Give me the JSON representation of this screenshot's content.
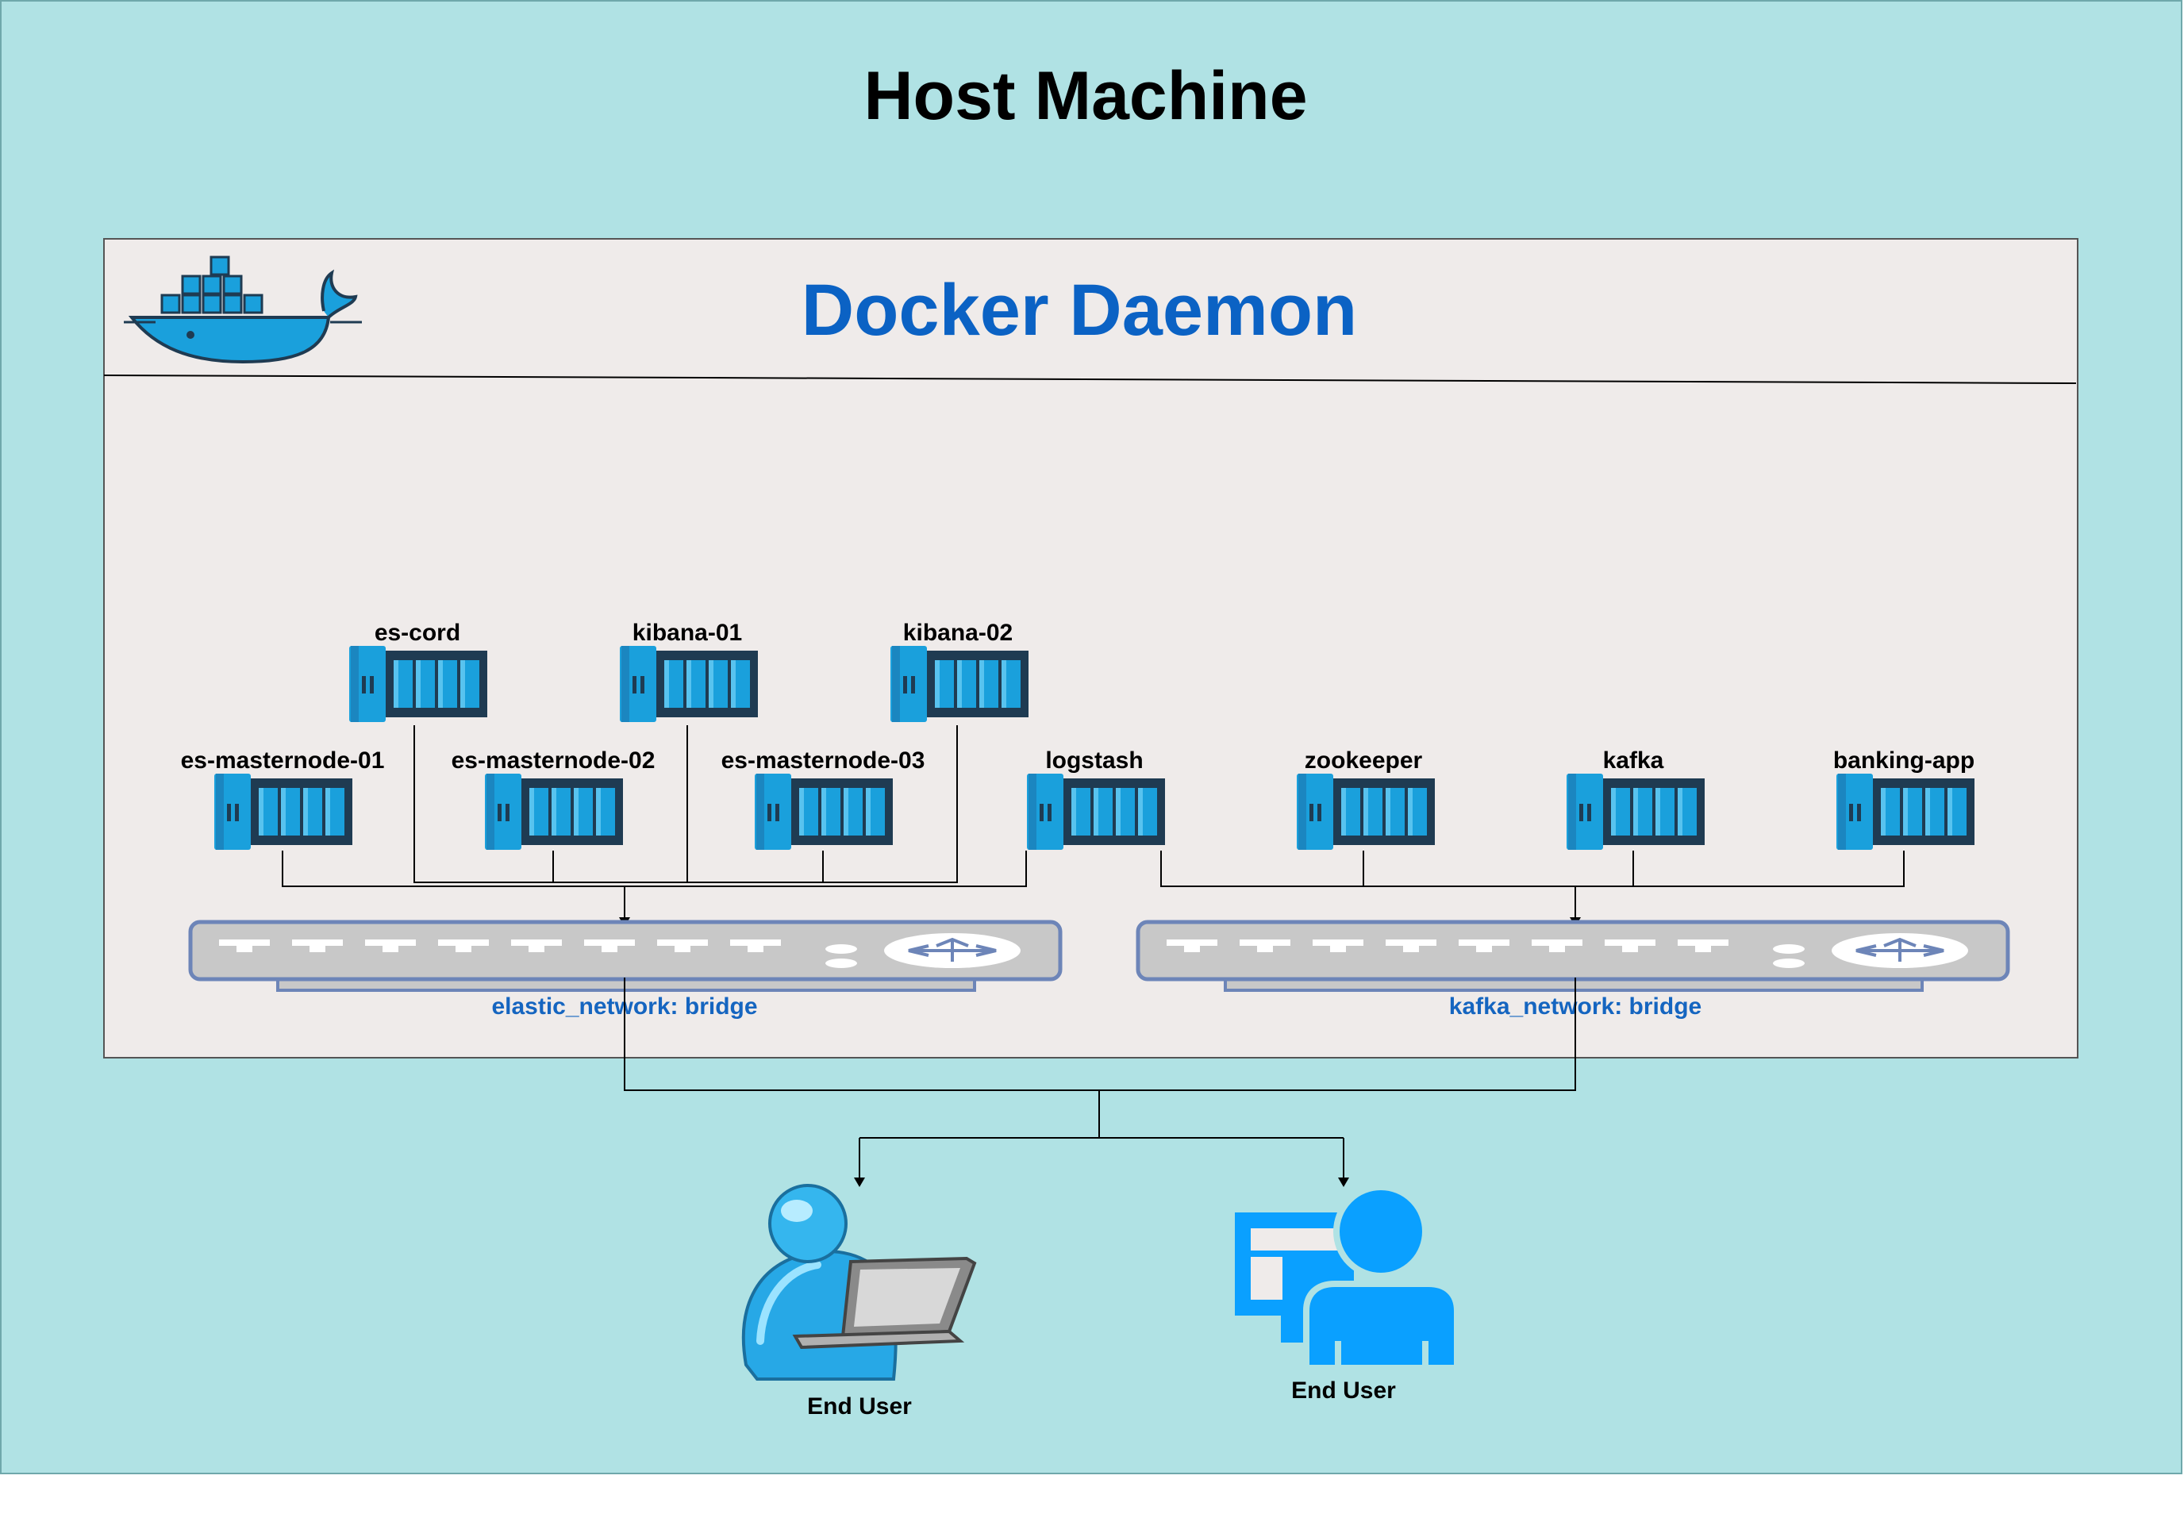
{
  "host": {
    "title": "Host Machine"
  },
  "daemon": {
    "title": "Docker Daemon",
    "logo_icon": "docker-whale-icon"
  },
  "containers": {
    "es_cord": "es-cord",
    "kibana_01": "kibana-01",
    "kibana_02": "kibana-02",
    "es_masternode_01": "es-masternode-01",
    "es_masternode_02": "es-masternode-02",
    "es_masternode_03": "es-masternode-03",
    "logstash": "logstash",
    "zookeeper": "zookeeper",
    "kafka": "kafka",
    "banking_app": "banking-app"
  },
  "networks": {
    "elastic": "elastic_network: bridge",
    "kafka": "kafka_network: bridge"
  },
  "users": {
    "laptop_user": "End User",
    "desktop_user": "End User"
  },
  "icons": {
    "container": "container-icon",
    "switch": "network-switch-icon",
    "laptop_user": "laptop-user-icon",
    "desktop_user": "desktop-user-icon"
  },
  "colors": {
    "host_bg": "#b0e2e4",
    "daemon_bg": "#efebea",
    "title_blue": "#0b62c4",
    "network_label": "#1565c0",
    "container_blue": "#1aa0dc",
    "container_dark": "#1f3b52",
    "switch_body": "#c8c8c8",
    "switch_border": "#6d85b8",
    "user_blue": "#0aa0ff"
  }
}
